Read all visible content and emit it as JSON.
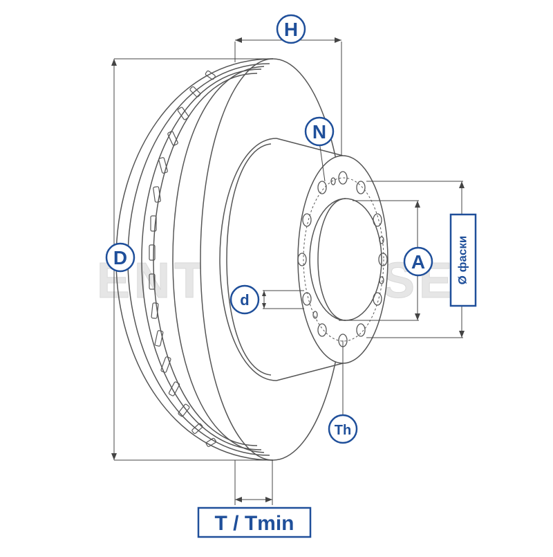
{
  "watermark": "ENTERPRISE",
  "labels": {
    "H": "H",
    "N": "N",
    "D": "D",
    "A": "A",
    "d": "d",
    "Th": "Th",
    "chamfer": "Ø фаски",
    "thickness": "T / Tmin"
  },
  "colors": {
    "line": "#555555",
    "dim": "#444444",
    "badge_fill": "#ffffff",
    "badge_stroke": "#1f4f9a",
    "badge_text": "#1f4f9a",
    "watermark": "#e6e6e6"
  }
}
